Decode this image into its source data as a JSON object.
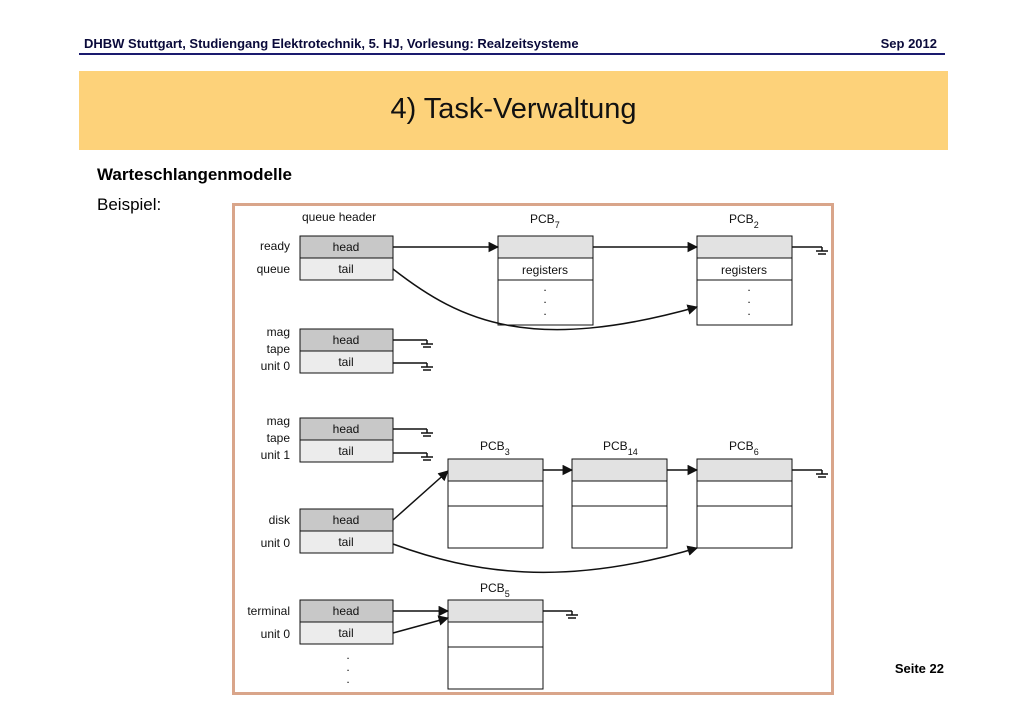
{
  "header": {
    "course": "DHBW Stuttgart, Studiengang Elektrotechnik, 5. HJ, Vorlesung: Realzeitsysteme",
    "date": "Sep 2012"
  },
  "title": "4) Task-Verwaltung",
  "subtitle": "Warteschlangenmodelle",
  "example_label": "Beispiel:",
  "page": "Seite 22",
  "diagram": {
    "queue_header_label": "queue header",
    "head_label": "head",
    "tail_label": "tail",
    "registers_label": "registers",
    "pcb_prefix": "PCB",
    "queues": [
      {
        "label_lines": [
          "ready",
          "queue"
        ]
      },
      {
        "label_lines": [
          "mag",
          "tape",
          "unit 0"
        ]
      },
      {
        "label_lines": [
          "mag",
          "tape",
          "unit 1"
        ]
      },
      {
        "label_lines": [
          "disk",
          "unit 0"
        ]
      },
      {
        "label_lines": [
          "terminal",
          "unit 0"
        ]
      }
    ],
    "pcbs": [
      "7",
      "2",
      "3",
      "14",
      "6",
      "5"
    ]
  }
}
